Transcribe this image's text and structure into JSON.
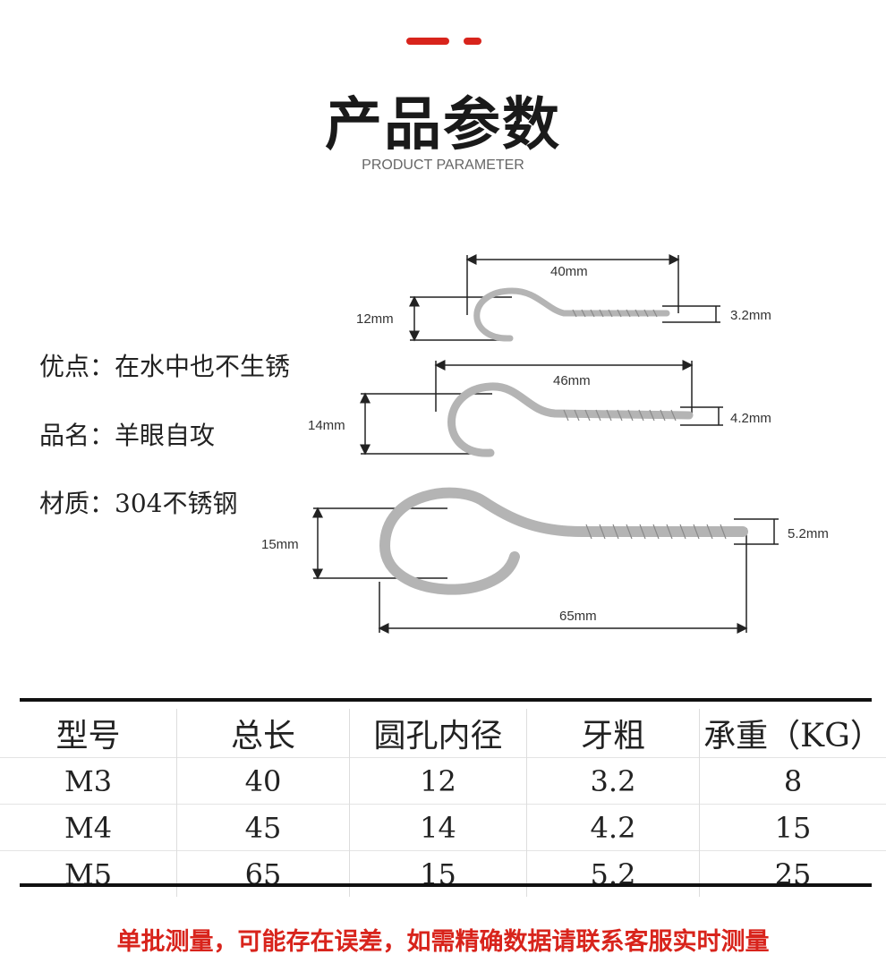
{
  "header": {
    "title": "产品参数",
    "subtitle": "PRODUCT PARAMETER",
    "accent": "#d8241c"
  },
  "specs": [
    "优点：在水中也不生锈",
    "品名：羊眼自攻",
    "材质：304不锈钢"
  ],
  "diagram": {
    "m3": {
      "length": "40mm",
      "eye": "12mm",
      "thread": "3.2mm"
    },
    "m4": {
      "length": "46mm",
      "eye": "14mm",
      "thread": "4.2mm"
    },
    "m5": {
      "length": "65mm",
      "eye": "15mm",
      "thread": "5.2mm"
    }
  },
  "table": {
    "headers": [
      "型号",
      "总长",
      "圆孔内径",
      "牙粗",
      "承重（KG）"
    ],
    "rows": [
      [
        "M3",
        "40",
        "12",
        "3.2",
        "8"
      ],
      [
        "M4",
        "45",
        "14",
        "4.2",
        "15"
      ],
      [
        "M5",
        "65",
        "15",
        "5.2",
        "25"
      ]
    ]
  },
  "footer": "单批测量，可能存在误差，如需精确数据请联系客服实时测量"
}
